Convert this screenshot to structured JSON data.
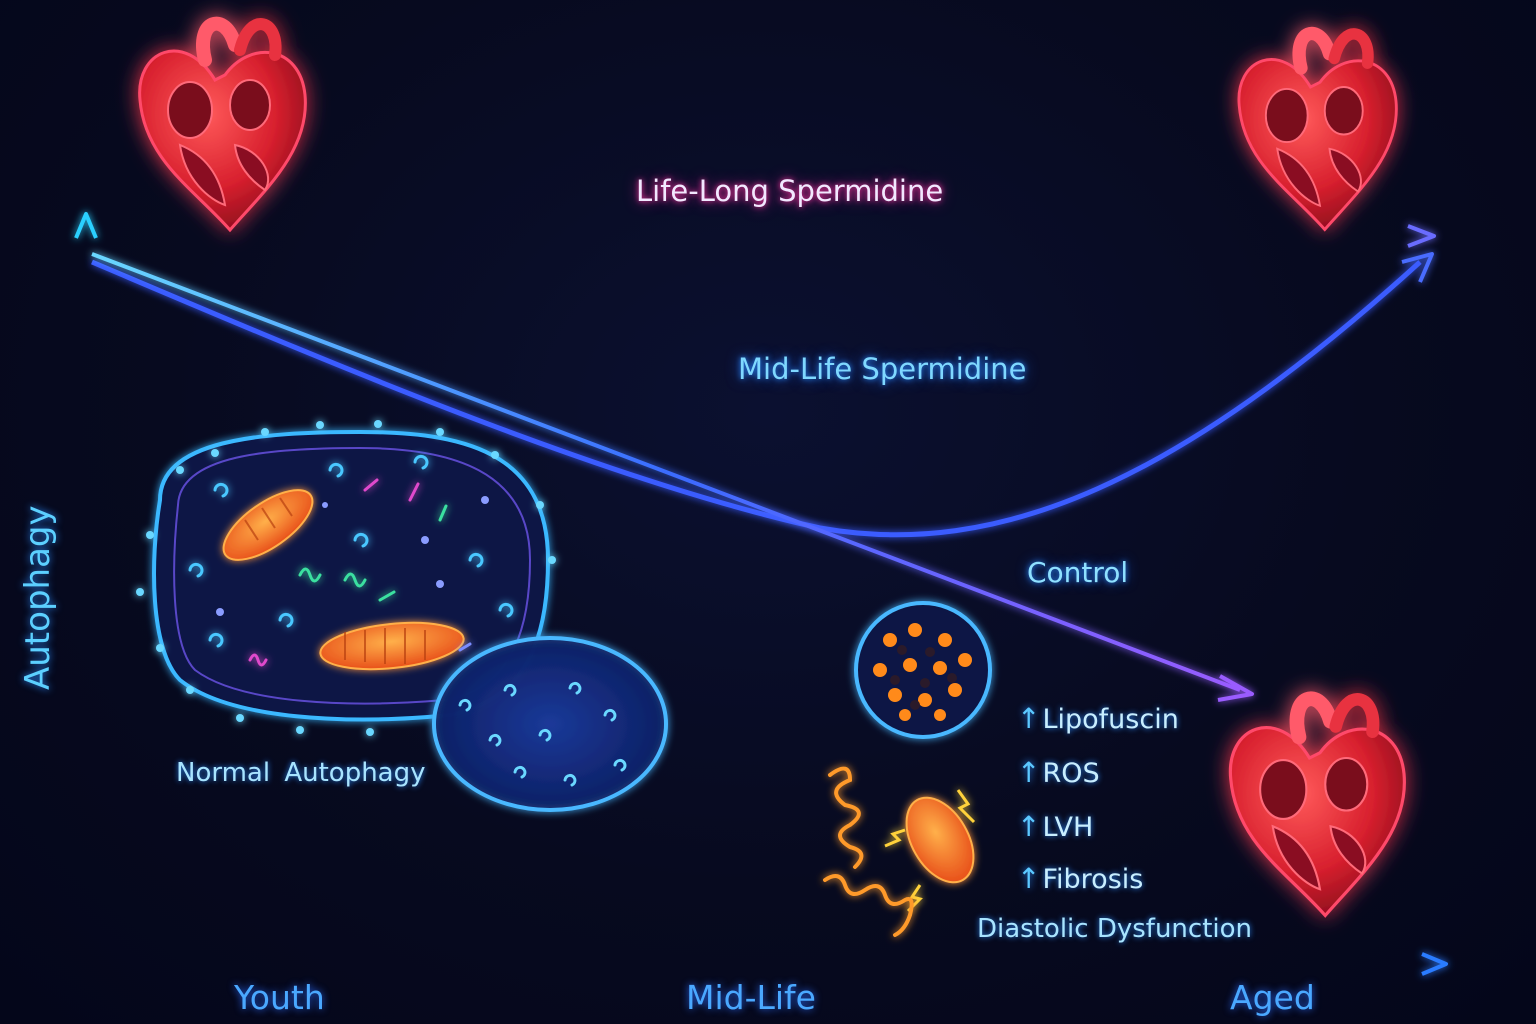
{
  "lines": {
    "lifelong": "Life-Long Spermidine",
    "midlife": "Mid-Life Spermidine",
    "control": "Control"
  },
  "axes": {
    "ylabel": "Autophagy",
    "xticks": [
      "Youth",
      "Mid-Life",
      "Aged"
    ]
  },
  "panels": {
    "normal": "Normal Autophagy",
    "aged_markers": [
      "Lipofuscin",
      "ROS",
      "LVH",
      "Fibrosis"
    ],
    "aged_marker_arrow": "↑",
    "aged_outcome": "Diastolic Dysfunction"
  },
  "colors": {
    "lifelong_line": "#ff2d7a",
    "control_line": "#3a6cff",
    "axis_glow": "#2bb6ff",
    "heart": "#e8233a",
    "mitochondria": "#ff7a1a"
  }
}
